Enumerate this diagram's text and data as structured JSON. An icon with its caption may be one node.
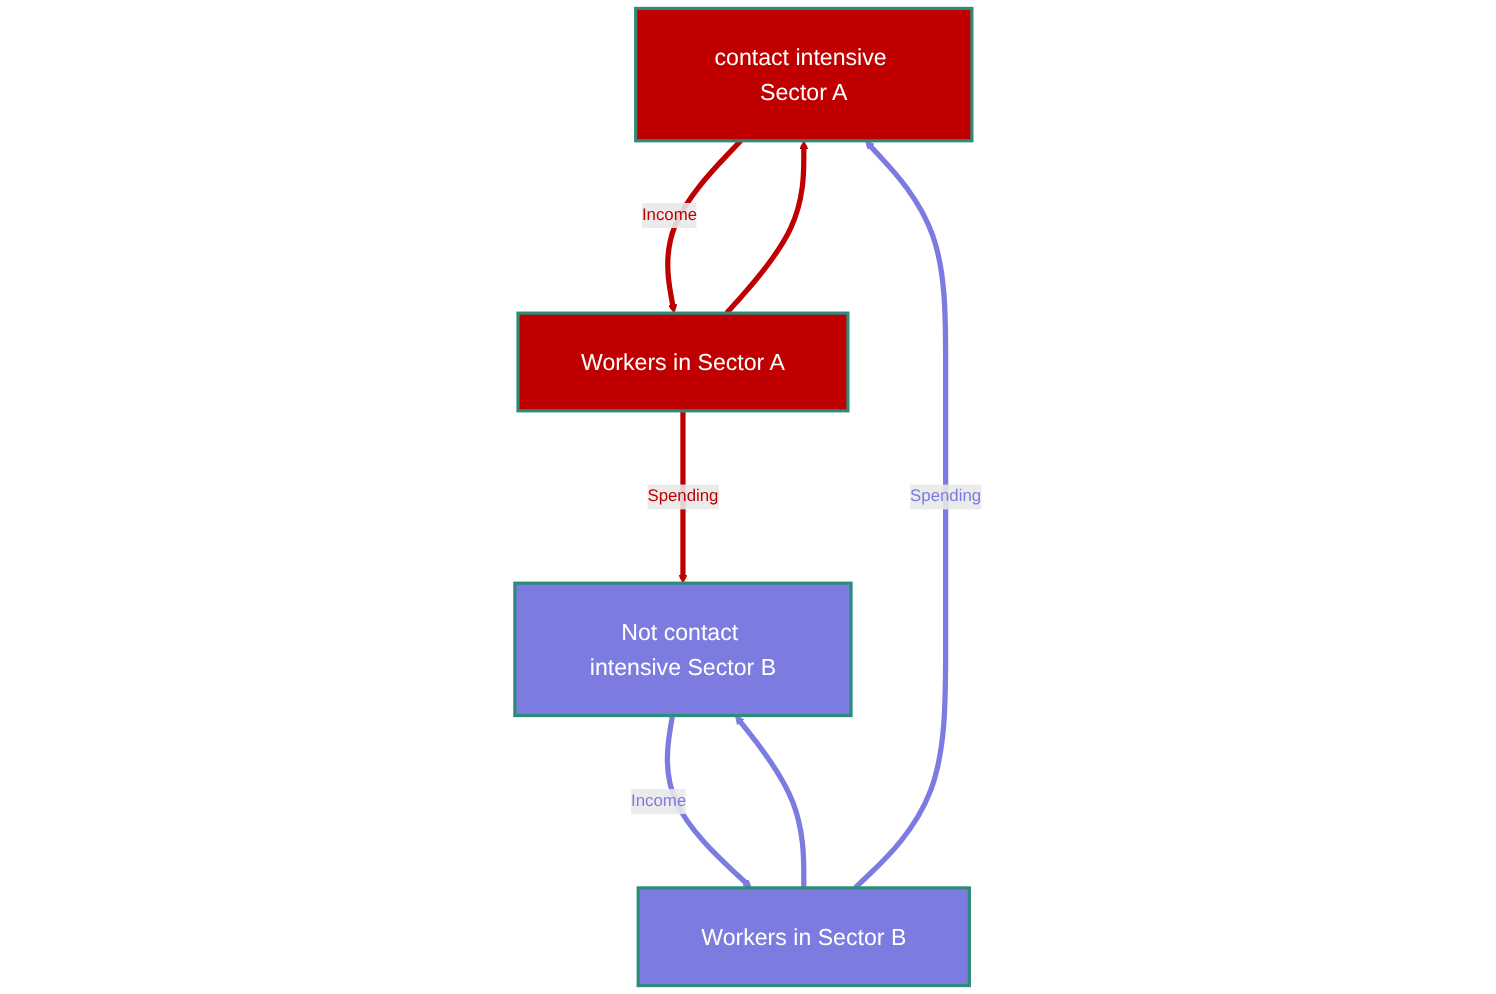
{
  "diagram": {
    "nodes": [
      {
        "text": [
          "contact intensive Sector A"
        ]
      },
      {
        "text": [
          "Not contact intensive Sector B"
        ]
      },
      {
        "text": [
          "Workers in Sector A"
        ]
      },
      {
        "text": [
          "Workers in Sector B"
        ]
      }
    ],
    "edges": [
      {
        "from": 0,
        "to": 2,
        "arrow": "to",
        "label": "Income",
        "color": "#c00000"
      },
      {
        "from": 2,
        "to": 0,
        "arrow": "to",
        "color": "#c00000"
      },
      {
        "from": 2,
        "to": 1,
        "arrow": "to",
        "label": "Spending",
        "color": "#c00000"
      },
      {
        "from": 3,
        "to": 0,
        "arrow": "to",
        "label": "Spending",
        "color": "#7b7be0"
      },
      {
        "from": 3,
        "to": 1,
        "arrow": "to",
        "color": "#7b7be0"
      },
      {
        "from": 1,
        "to": 3,
        "arrow": "to",
        "label": "Income",
        "color": "#7b7be0"
      }
    ]
  }
}
